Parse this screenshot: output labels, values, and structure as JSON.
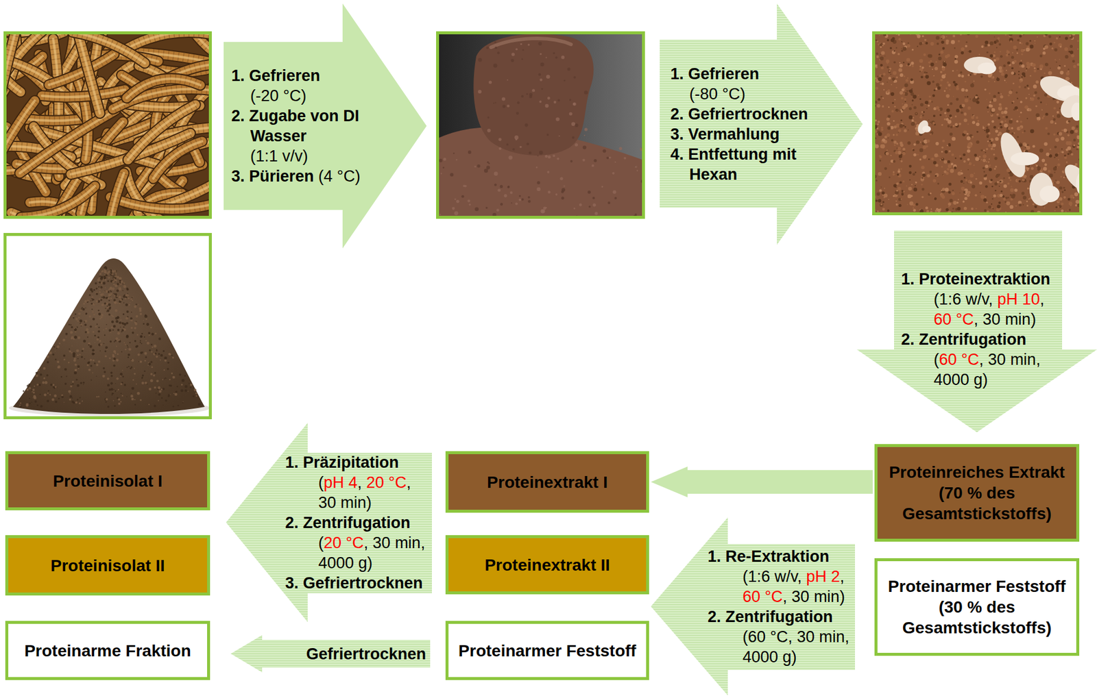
{
  "diagram": {
    "nodes": [
      {
        "text": [
          "1. Gefrieren",
          "(-20 °C)",
          "2. Zugabe von DI Wasser",
          "(1:1 v/v)",
          "3. Pürieren",
          "(4 °C)"
        ]
      },
      {
        "text": [
          "1. Gefrieren",
          "(-80 °C)",
          "2. Gefriertrocknen",
          "3. Vermahlung",
          "4. Entfettung mit Hexan"
        ]
      },
      {
        "text": [
          "1. Proteinextraktion",
          "(1:6 w/v, pH 10, 60 °C, 30 min)",
          "2. Zentrifugation",
          "(60 °C, 30 min, 4000 g)"
        ]
      },
      {
        "text": [
          "Proteinreiches Extrakt (70 % des Gesamtstickstoffs)"
        ]
      },
      {
        "text": [
          "Proteinarmer Feststoff (30 % des Gesamtstickstoffs)"
        ]
      },
      {
        "text": [
          "1. Re-Extraktion",
          "(1:6 w/v, pH 2, 60 °C, 30 min)",
          "2. Zentrifugation",
          "(60 °C, 30 min, 4000 g)"
        ]
      },
      {
        "text": [
          "Proteinextrakt I"
        ]
      },
      {
        "text": [
          "Proteinextrakt II"
        ]
      },
      {
        "text": [
          "Proteinarmer Feststoff"
        ]
      },
      {
        "text": [
          "1. Präzipitation",
          "(pH 4, 20 °C, 30 min)",
          "2. Zentrifugation",
          "(20 °C, 30 min, 4000 g)",
          "3. Gefriertrocknen"
        ]
      },
      {
        "text": [
          "Gefriertrocknen"
        ]
      },
      {
        "text": [
          "Proteinisolat I"
        ]
      },
      {
        "text": [
          "Proteinisolat II"
        ]
      },
      {
        "text": [
          "Proteinarme Fraktion"
        ]
      }
    ],
    "edges": [
      {
        "from": 3,
        "to": 6,
        "arrow": "to"
      }
    ]
  }
}
